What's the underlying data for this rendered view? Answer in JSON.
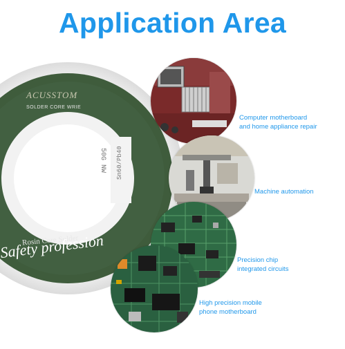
{
  "title": "Application Area",
  "spool": {
    "brand": "ACUSSTOM",
    "subtitle": "SOLDER CORE WRIE",
    "label_core": "Rosin Core Solder",
    "label_script": "Safety profession",
    "weight": "50G NW",
    "alloy": "Sn60/Pb40"
  },
  "features": [
    {
      "line1": "Computer motherboard",
      "line2": "and home appliance repair",
      "icon": "motherboard-heatsink-photo"
    },
    {
      "line1": "Machine automation",
      "line2": "",
      "icon": "automation-machine-photo"
    },
    {
      "line1": "Precision chip",
      "line2": "integrated circuits",
      "icon": "circuit-chips-photo"
    },
    {
      "line1": "High precision mobile",
      "line2": "phone motherboard",
      "icon": "phone-board-photo"
    }
  ],
  "colors": {
    "accent": "#1f97ea",
    "spool_green": "#3e5b3b",
    "spool_white": "#eeeeee"
  }
}
